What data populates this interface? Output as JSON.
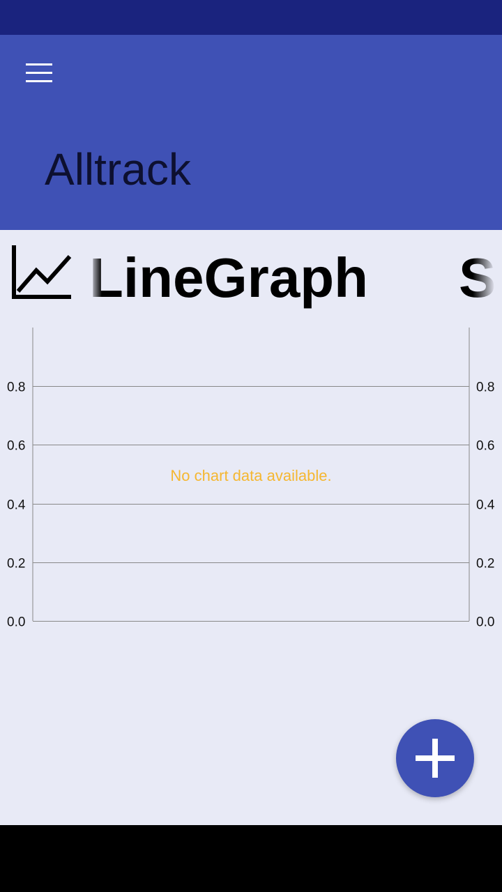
{
  "app_bar": {
    "title": "Alltrack",
    "menu_icon": "menu-icon",
    "color": "#3f51b5",
    "status_bar_color": "#1a237e"
  },
  "tabs": {
    "current_icon": "line-chart-icon",
    "current_label": "LineGraph",
    "next_label": "S"
  },
  "chart_data": {
    "type": "line",
    "title": "",
    "xlabel": "",
    "ylabel": "",
    "series": [],
    "ylim": [
      0,
      1
    ],
    "y_ticks": [
      "0.0",
      "0.2",
      "0.4",
      "0.6",
      "0.8"
    ],
    "y_tick_values": [
      0.0,
      0.2,
      0.4,
      0.6,
      0.8
    ],
    "right_axis": true,
    "grid": true,
    "empty_message": "No chart data available.",
    "empty_message_color": "#f5b731"
  },
  "fab": {
    "icon": "plus-icon",
    "color": "#3f51b5"
  }
}
